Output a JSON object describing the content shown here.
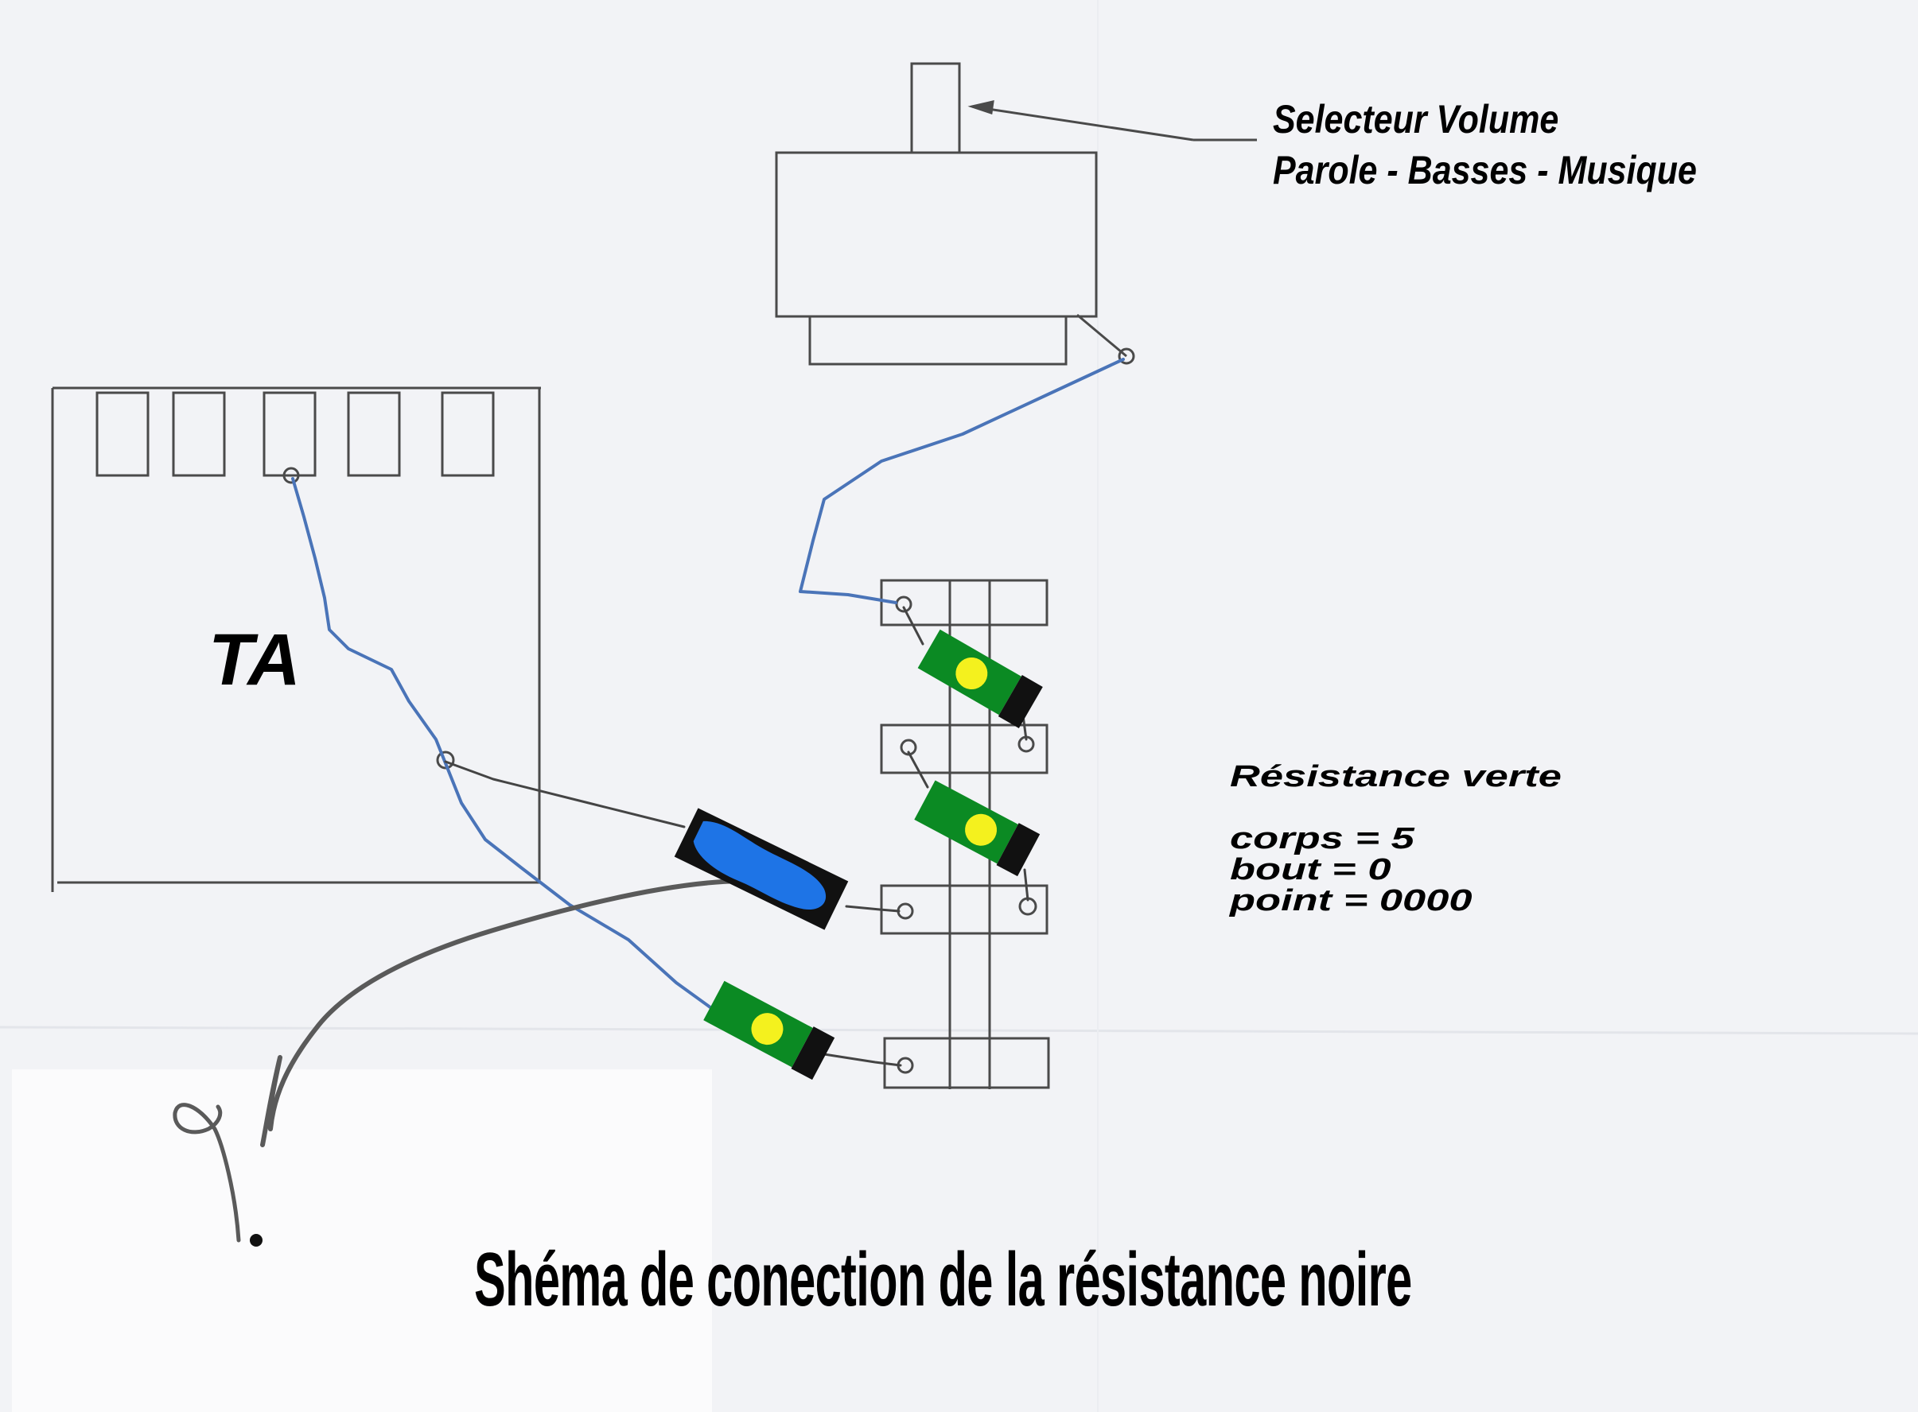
{
  "labels": {
    "selector_line1": "Selecteur Volume",
    "selector_line2": "Parole - Basses - Musique",
    "ta": "TA",
    "resistance_heading": "Résistance verte",
    "resistance_body": "corps = 5",
    "resistance_end": "bout = 0",
    "resistance_point": "point = 0000",
    "title": "Shéma de conection de la résistance noire"
  },
  "colors": {
    "paper": "#f2f3f6",
    "line": "#4a4a4a",
    "wire_blue": "#4a74b8",
    "wire_pencil": "#5a5a5a",
    "resistor_green": "#0b8a23",
    "resistor_dot": "#f4f11e",
    "resistor_black": "#111111",
    "blob_blue": "#1e74e6"
  }
}
